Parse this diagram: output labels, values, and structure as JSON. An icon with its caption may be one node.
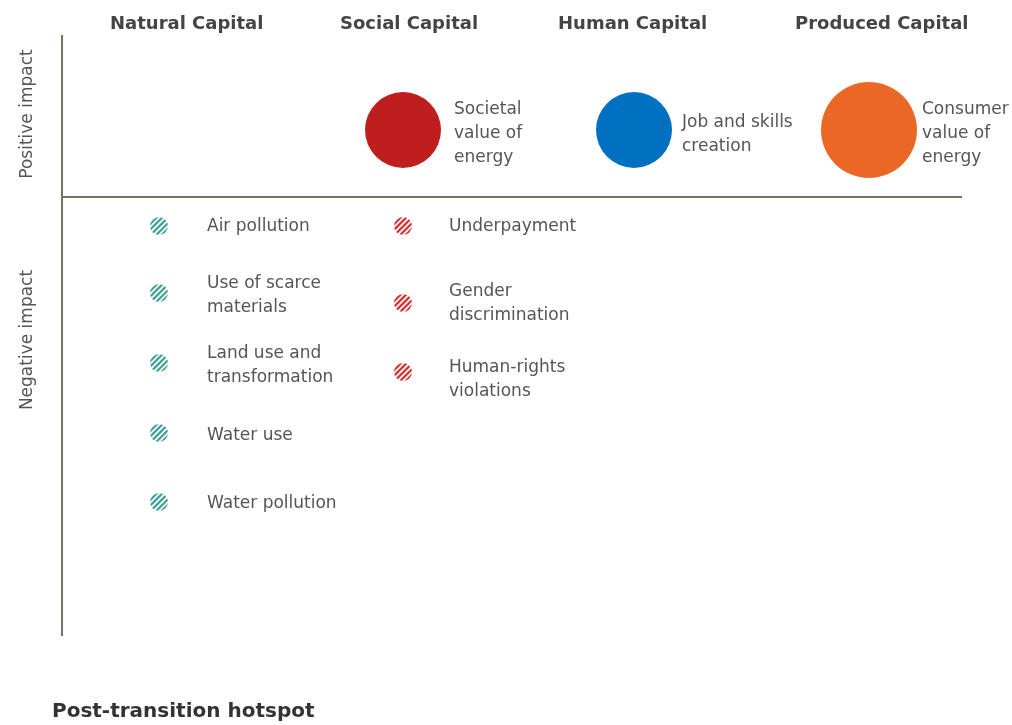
{
  "diagram": {
    "caption": "Post-transition hotspot",
    "labels": [
      "Natural Capital",
      "Social Capital",
      "Human Capital",
      "Produced Capital",
      "Positive impact",
      "Negative impact"
    ],
    "nodes": [
      {
        "text": [],
        "shape": "circle",
        "beside": [
          "Societal value of energy"
        ]
      },
      {
        "text": [],
        "shape": "circle",
        "beside": [
          "Job and skills creation"
        ]
      },
      {
        "text": [],
        "shape": "circle",
        "beside": [
          "Consumer value of energy"
        ]
      },
      {
        "text": [],
        "shape": "circle",
        "beside": [
          "Air pollution"
        ]
      },
      {
        "text": [],
        "shape": "circle",
        "beside": [
          "Use of scarce materials"
        ]
      },
      {
        "text": [],
        "shape": "circle",
        "beside": [
          "Land use and transformation"
        ]
      },
      {
        "text": [],
        "shape": "circle",
        "beside": [
          "Water use"
        ]
      },
      {
        "text": [],
        "shape": "circle",
        "beside": [
          "Water pollution"
        ]
      },
      {
        "text": [],
        "shape": "circle",
        "beside": [
          "Underpayment"
        ]
      },
      {
        "text": [],
        "shape": "circle",
        "beside": [
          "Gender discrimination"
        ]
      },
      {
        "text": [],
        "shape": "circle",
        "beside": [
          "Human-rights violations"
        ]
      }
    ]
  }
}
